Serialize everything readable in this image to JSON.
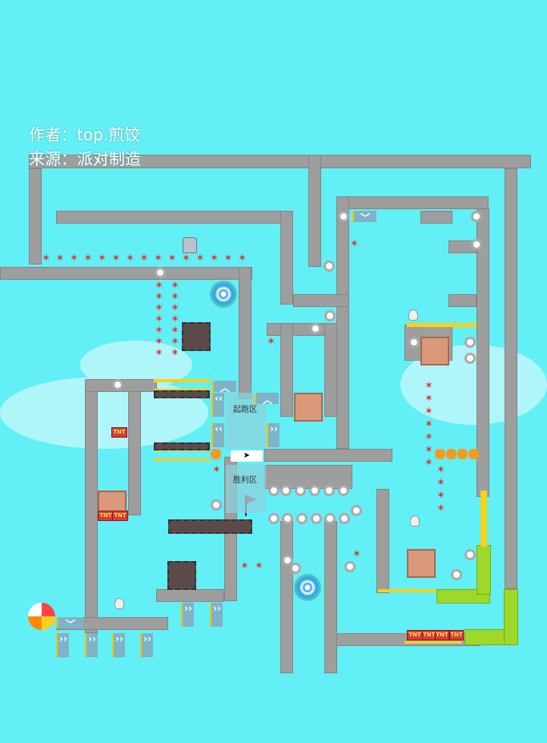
{
  "credits": {
    "author": "作者：top.煎饺",
    "source": "来源：派对制造"
  },
  "zones": {
    "start": "起跑区",
    "finish": "胜利区"
  },
  "tnt_label": "TNT",
  "colors": {
    "background": "#62eff5",
    "wall": "#9e9e9e",
    "accent": "#f7d21a",
    "pipe": "#9ed82a"
  }
}
